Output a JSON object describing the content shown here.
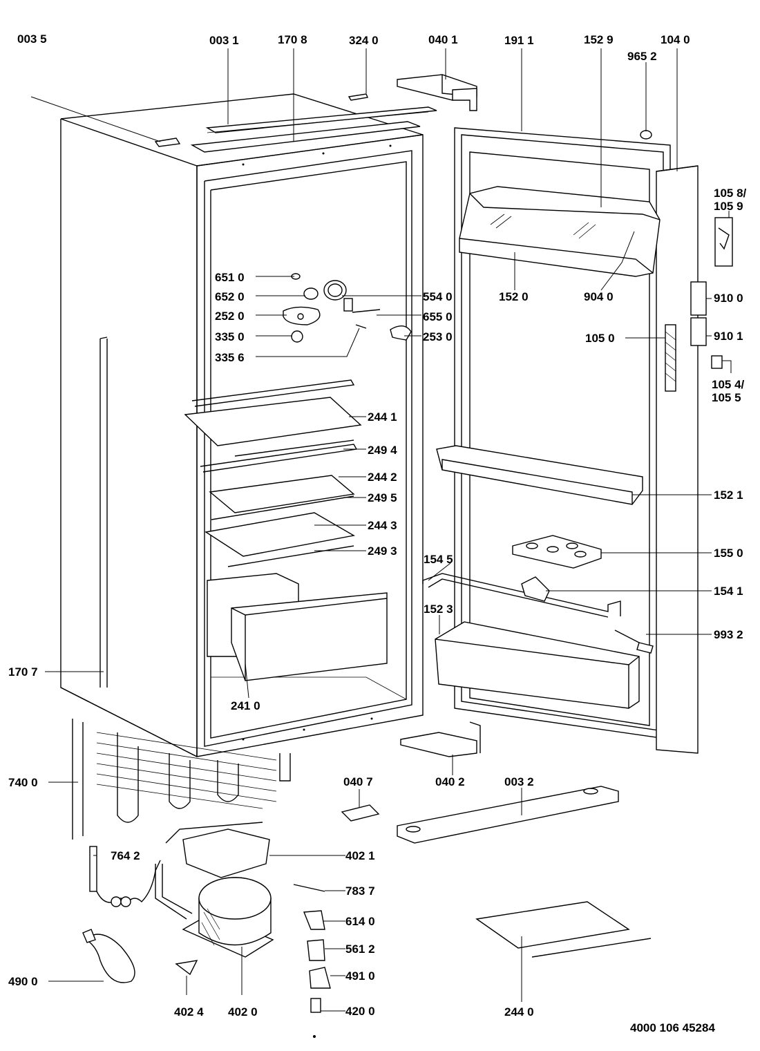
{
  "labels": {
    "l0035": "003 5",
    "l0031": "003 1",
    "l1708": "170 8",
    "l3240": "324 0",
    "l0401": "040 1",
    "l1911": "191 1",
    "l1529": "152 9",
    "l1040": "104 0",
    "l9652": "965 2",
    "l1058": "105 8/",
    "l1059": "105 9",
    "l6510": "651 0",
    "l6520": "652 0",
    "l2520": "252 0",
    "l3350": "335 0",
    "l3356": "335 6",
    "l5540": "554 0",
    "l6550": "655 0",
    "l2530": "253 0",
    "l1520": "152 0",
    "l9040": "904 0",
    "l9100": "910 0",
    "l1050": "105 0",
    "l9101": "910 1",
    "l1054": "105 4/",
    "l1055": "105 5",
    "l2441": "244 1",
    "l2494": "249 4",
    "l2442": "244 2",
    "l2495": "249 5",
    "l2443": "244 3",
    "l2493": "249 3",
    "l1521": "152 1",
    "l1550": "155 0",
    "l1545": "154 5",
    "l1541": "154 1",
    "l1523": "152 3",
    "l9932": "993 2",
    "l1707": "170 7",
    "l2410": "241 0",
    "l7400": "740 0",
    "l0407": "040 7",
    "l0402": "040 2",
    "l0032": "003 2",
    "l7642": "764 2",
    "l4021": "402 1",
    "l7837": "783 7",
    "l6140": "614 0",
    "l5612": "561 2",
    "l4910": "491 0",
    "l4200": "420 0",
    "l4900": "490 0",
    "l4024": "402 4",
    "l4020": "402 0",
    "l2440": "244 0",
    "docnum": "4000 106 45284"
  }
}
